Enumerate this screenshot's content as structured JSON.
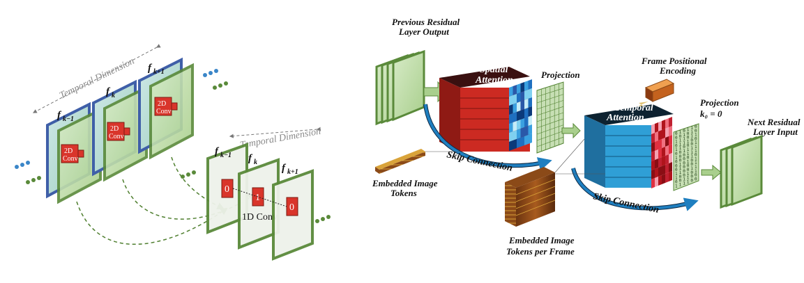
{
  "left": {
    "temporal_label_top": "Temporal Dimension",
    "temporal_label_bottom": "Temporal Dimension",
    "frames_2d": [
      {
        "f": "f",
        "sub": "k−1"
      },
      {
        "f": "f",
        "sub": "k"
      },
      {
        "f": "f",
        "sub": "k+1"
      }
    ],
    "frames_1d": [
      {
        "f": "f",
        "sub": "k−1"
      },
      {
        "f": "f",
        "sub": "k"
      },
      {
        "f": "f",
        "sub": "k+1"
      }
    ],
    "conv2d_line1": "2D",
    "conv2d_line2": "Conv",
    "conv1d_values": [
      "0",
      "1",
      "0"
    ],
    "conv1d_label": "1D Conv"
  },
  "right": {
    "prev_residual": [
      "Previous Residual",
      "Layer Output"
    ],
    "spatial_attention": [
      "Spatial",
      "Attention"
    ],
    "projection_top": "Projection",
    "frame_positional": [
      "Frame Positional",
      "Encoding"
    ],
    "temporal_attention": [
      "Temporal",
      "Attention"
    ],
    "projection2_line1": "Projection",
    "projection2_line2": "k₀ = 0",
    "next_residual": [
      "Next Residual",
      "Layer Input"
    ],
    "skip1": "Skip Connection",
    "skip2": "Skip Connection",
    "embedded_tokens": [
      "Embedded Image",
      "Tokens"
    ],
    "embedded_tokens_frame": [
      "Embedded Image",
      "Tokens per Frame"
    ]
  },
  "colors": {
    "frame_green": "#5a8a3a",
    "frame_blue": "#3f5fa8",
    "conv_red": "#d9352b",
    "spatial_red": "#cc2a22",
    "temporal_blue": "#2f9fd6",
    "arrow_blue": "#1f7fc0",
    "dashed_green": "#4f7f2f"
  }
}
